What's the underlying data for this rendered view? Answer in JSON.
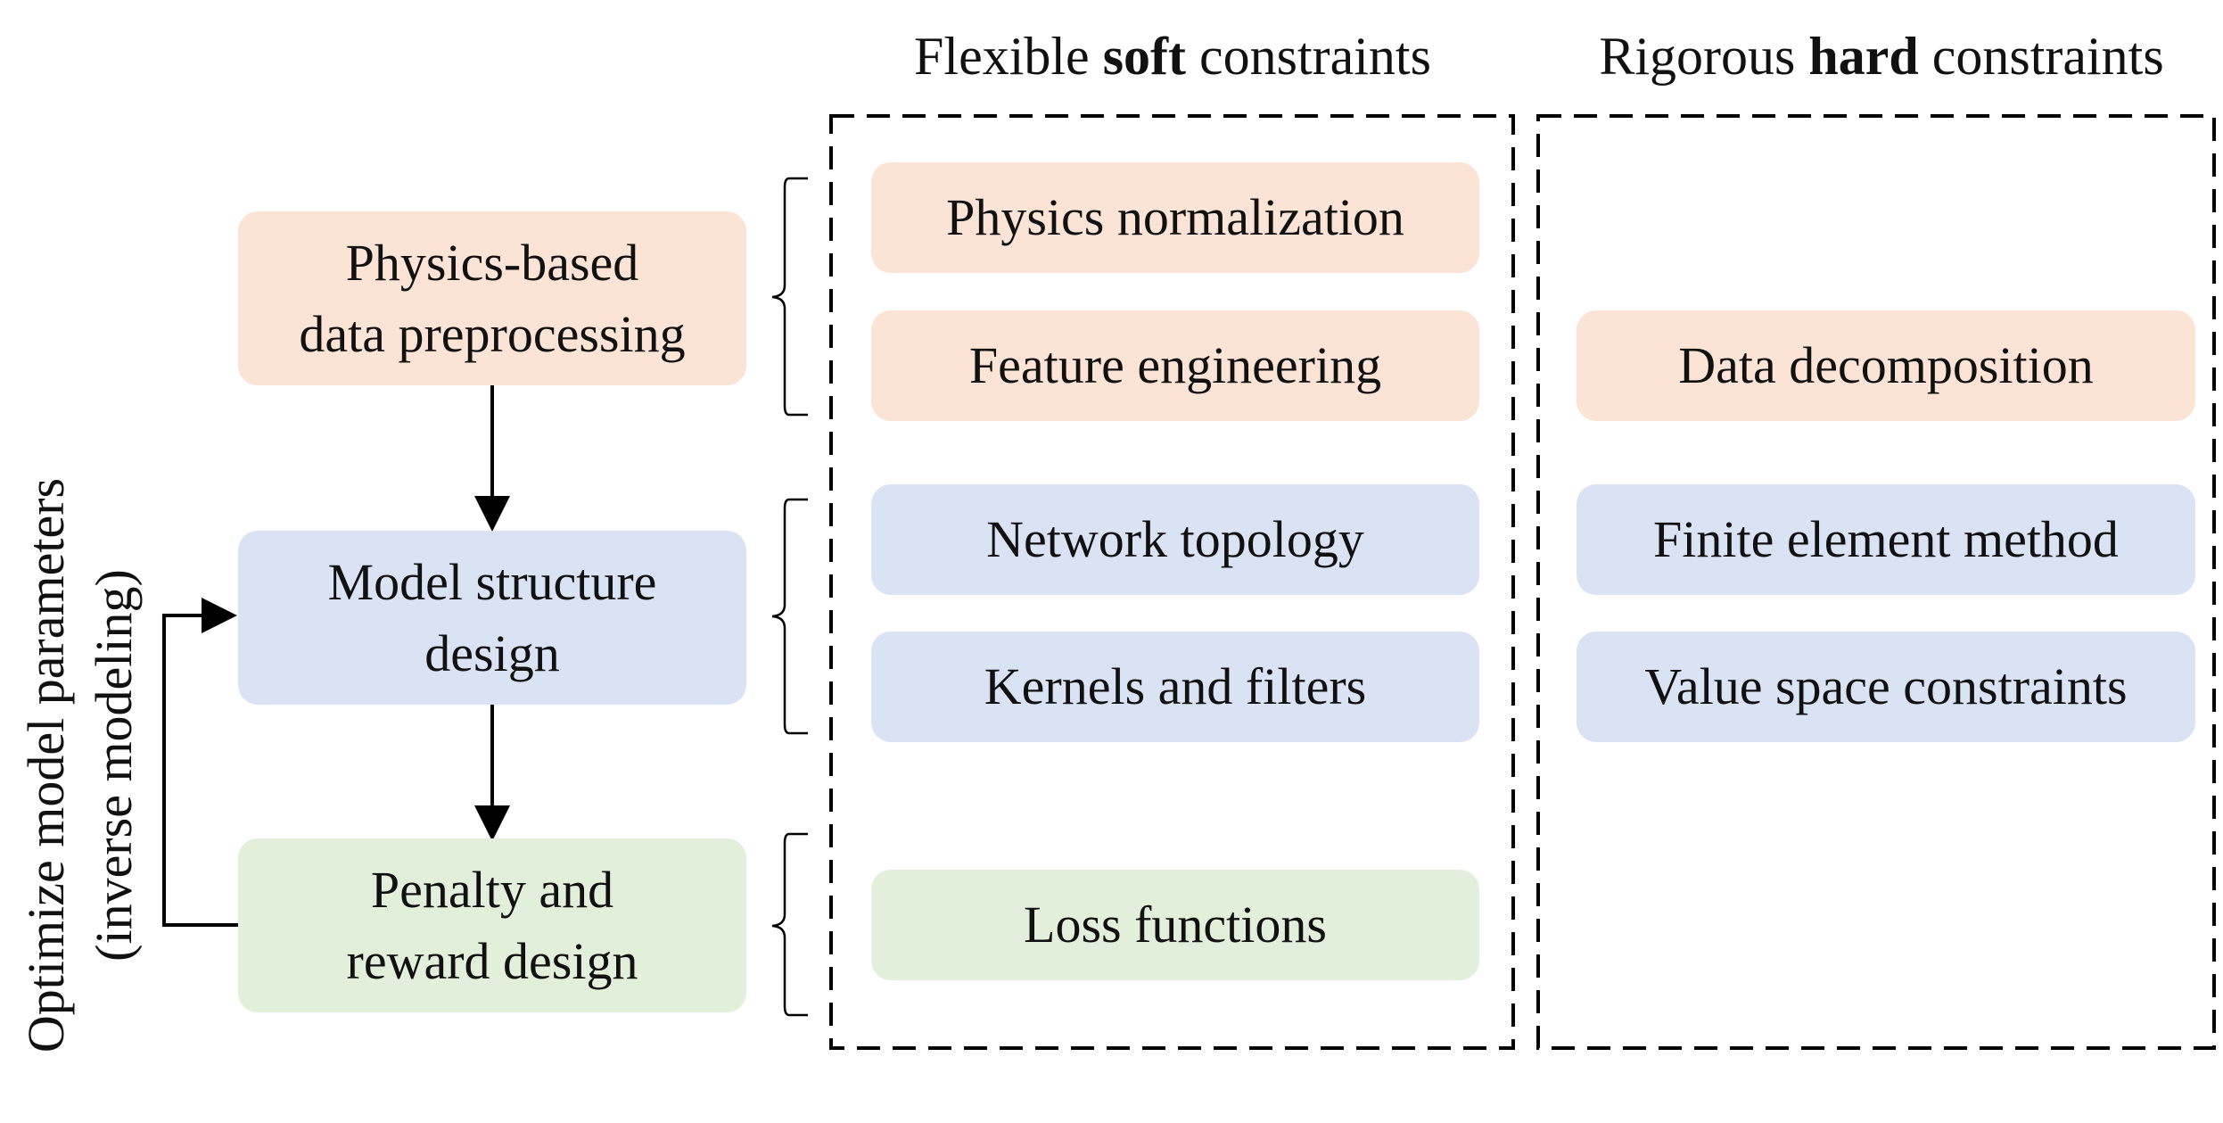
{
  "headers": {
    "soft": {
      "prefix": "Flexible ",
      "bold": "soft",
      "suffix": " constraints"
    },
    "hard": {
      "prefix": "Rigorous ",
      "bold": "hard",
      "suffix": " constraints"
    }
  },
  "stages": [
    {
      "line1": "Physics-based",
      "line2": "data preprocessing"
    },
    {
      "line1": "Model structure",
      "line2": "design"
    },
    {
      "line1": "Penalty and",
      "line2": "reward design"
    }
  ],
  "feedback_label": {
    "line1": "Optimize model parameters",
    "line2": "(inverse modeling)"
  },
  "soft_items": [
    "Physics normalization",
    "Feature engineering",
    "Network topology",
    "Kernels and filters",
    "Loss functions"
  ],
  "hard_items": [
    "Data decomposition",
    "Finite element method",
    "Value space constraints"
  ],
  "colors": {
    "preprocessing": "#fbe3d5",
    "structure": "#dae3f3",
    "penalty": "#e2efda",
    "text": "#111111"
  }
}
